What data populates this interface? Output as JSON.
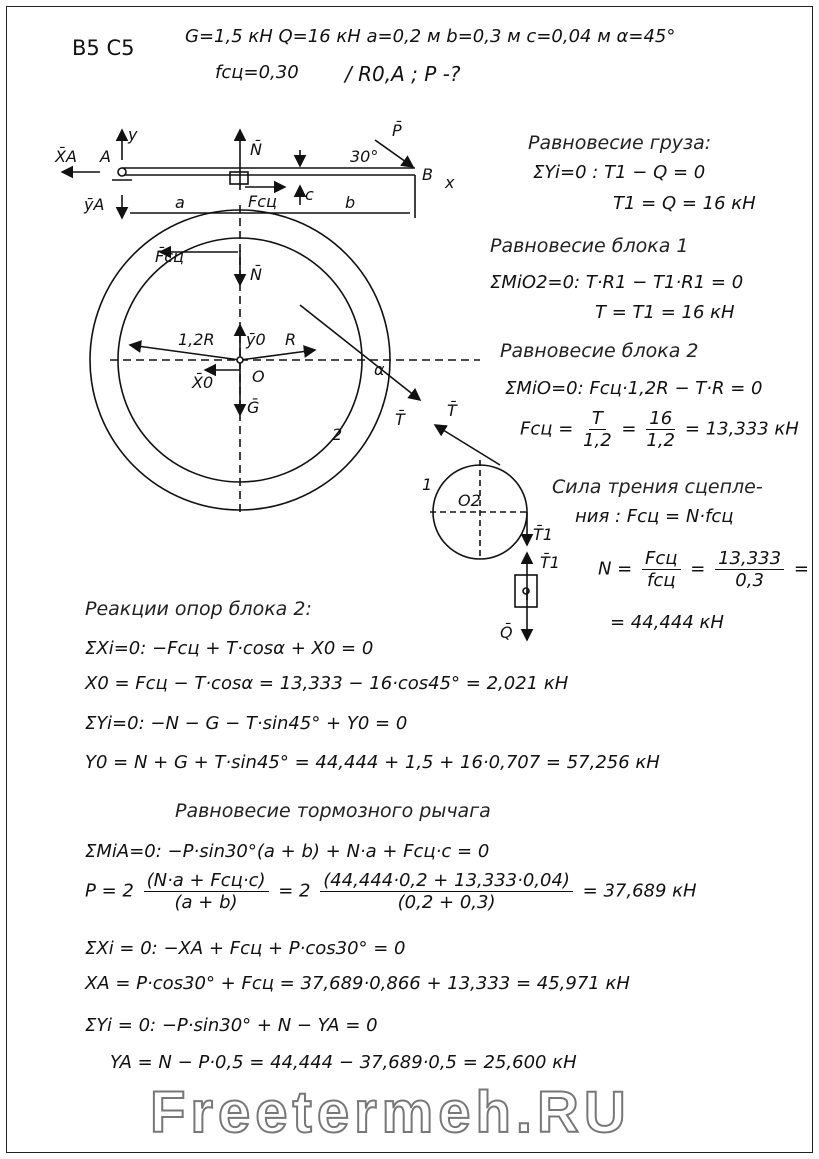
{
  "header": {
    "variant": "B5 C5",
    "given": "G=1,5 кН   Q=16 кН   a=0,2 м   b=0,3 м   c=0,04 м   α=45°",
    "given2": "fсц=0,30",
    "find": "/ R0,A ; P -?"
  },
  "watermark": "Freetermeh.RU",
  "diagram": {
    "XA": "X̄A",
    "A": "A",
    "y": "y",
    "N": "N̄",
    "P": "P̄",
    "angle30": "30°",
    "B": "B",
    "x": "x",
    "YA": "ȳA",
    "a": "a",
    "Fsc": "Fсц",
    "c": "c",
    "b": "b",
    "Fsc2": "F̄сц",
    "N2": "N̄",
    "R12": "1,2R",
    "Y0": "ȳ0",
    "R": "R",
    "X0": "X̄0",
    "O": "O",
    "G": "Ḡ",
    "alpha": "α",
    "T": "T̄",
    "T2": "T̄",
    "two": "2",
    "one": "1",
    "O2": "O2",
    "T1": "T̄1",
    "T1b": "T̄1",
    "Q": "Q̄"
  },
  "right": {
    "h1": "Равновесие груза:",
    "l1": "ΣYi=0 :  T1 − Q = 0",
    "l2": "T1 = Q = 16 кН",
    "h2": "Равновесие блока 1",
    "l3": "ΣMiO2=0:   T·R1 − T1·R1 = 0",
    "l4": "T = T1 = 16 кН",
    "h3": "Равновесие блока 2",
    "l5": "ΣMiO=0:   Fсц·1,2R − T·R = 0",
    "l6a": "Fсц =",
    "l6n1": "T",
    "l6d1": "1,2",
    "l6eq": "=",
    "l6n2": "16",
    "l6d2": "1,2",
    "l6r": "= 13,333 кН",
    "h4": "Сила трения сцепле-",
    "l7": "ния :  Fсц = N·fсц",
    "l8a": "N =",
    "l8n1": "Fсц",
    "l8d1": "fсц",
    "l8eq": "=",
    "l8n2": "13,333",
    "l8d2": "0,3",
    "l8r": "=",
    "l9": "= 44,444 кН"
  },
  "bottom": {
    "h1": "Реакции опор блока 2:",
    "l1": "ΣXi=0:  −Fсц + T·cosα + X0 = 0",
    "l2": "X0 = Fсц − T·cosα = 13,333 − 16·cos45° = 2,021 кН",
    "l3": "ΣYi=0:    −N − G − T·sin45° + Y0 = 0",
    "l4": "Y0 = N + G + T·sin45° = 44,444 + 1,5 + 16·0,707 = 57,256 кН",
    "h2": "Равновесие тормозного рычага",
    "l5": "ΣMiA=0:   −P·sin30°(a + b) + N·a + Fсц·c = 0",
    "l6a": "P = 2",
    "l6n1": "(N·a + Fсц·c)",
    "l6d1": "(a + b)",
    "l6b": "= 2",
    "l6n2": "(44,444·0,2 + 13,333·0,04)",
    "l6d2": "(0,2 + 0,3)",
    "l6r": "= 37,689 кН",
    "l7": "ΣXi = 0:  −XA + Fсц + P·cos30° = 0",
    "l8": "XA = P·cos30° + Fсц = 37,689·0,866 + 13,333 = 45,971 кН",
    "l9": "ΣYi = 0:   −P·sin30° + N − YA = 0",
    "l10": "YA = N − P·0,5 = 44,444 − 37,689·0,5 = 25,600 кН"
  }
}
